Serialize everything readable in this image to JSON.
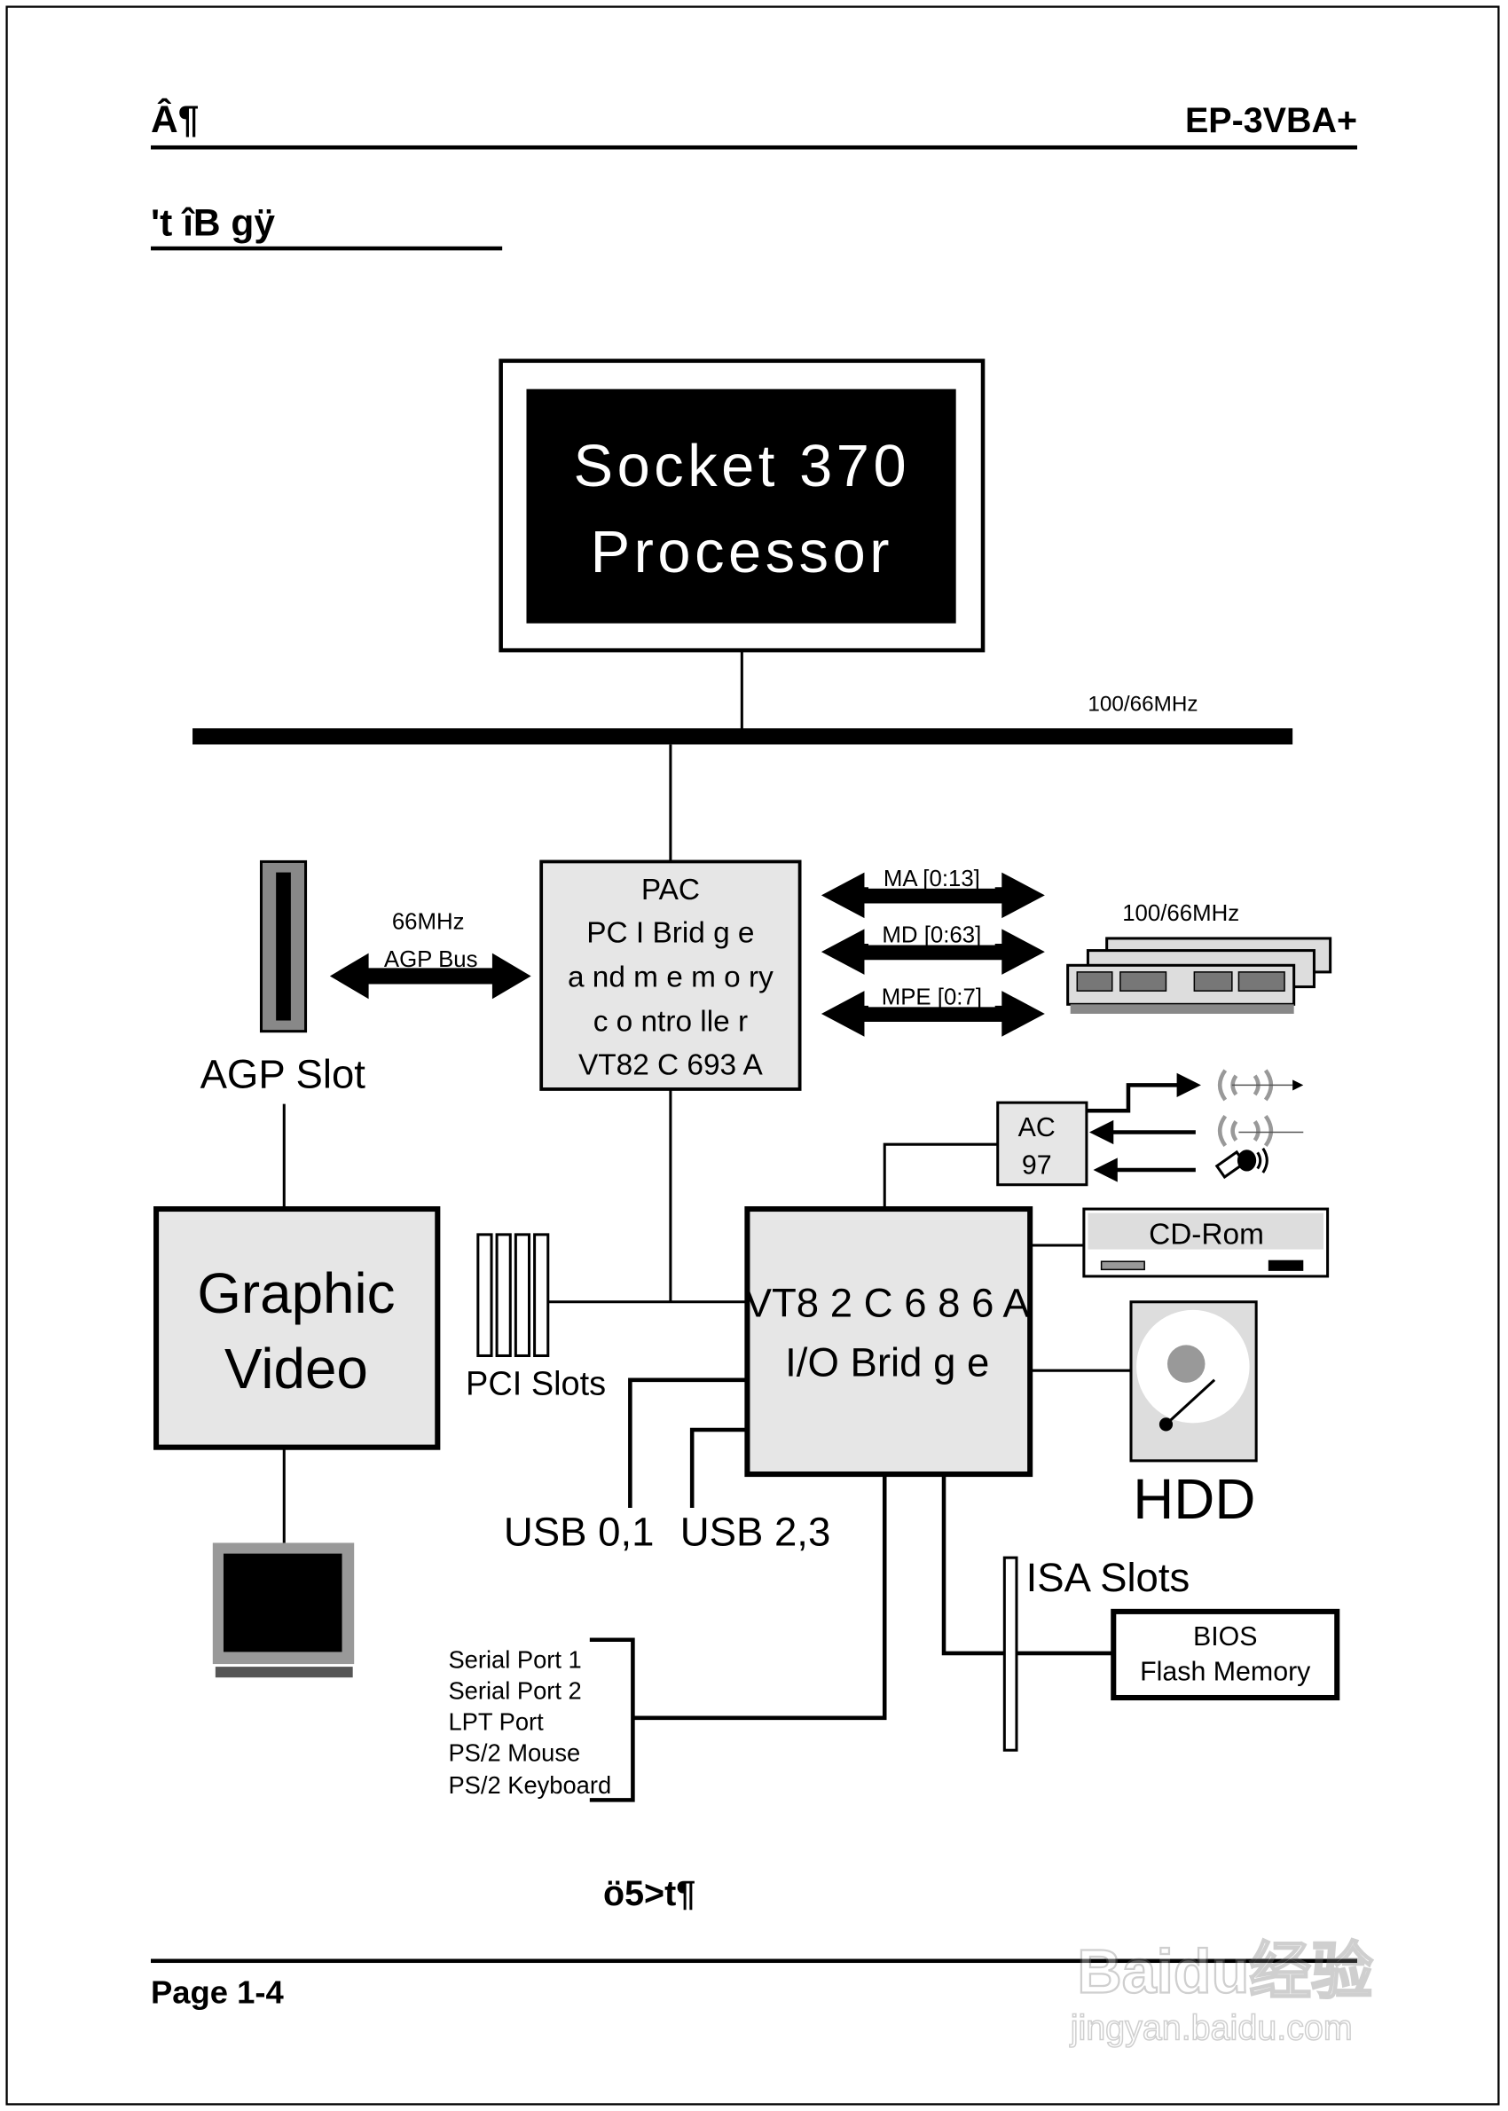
{
  "header": {
    "left_title": "Â¶",
    "right_title": "EP-3VBA+"
  },
  "section_title": "'t îB gÿ",
  "diagram": {
    "processor": [
      "Socket 370",
      "Processor"
    ],
    "fsb_label": "100/66MHz",
    "north_bridge": [
      "PAC",
      "PC I Brid g e",
      "a nd m e m o ry",
      "c o ntro lle r",
      "VT82 C 693 A"
    ],
    "agp_bus": {
      "freq": "66MHz",
      "label": "AGP Bus"
    },
    "agp_slot": "AGP Slot",
    "memory_buses": [
      "MA [0:13]",
      "MD [0:63]",
      "MPE [0:7]"
    ],
    "memory_label": "100/66MHz",
    "ac97": [
      "AC",
      "97"
    ],
    "cdrom": "CD-Rom",
    "graphic": [
      "Graphic",
      "Video"
    ],
    "pci_slots": "PCI Slots",
    "south_bridge": [
      "VT8 2 C 6 8 6 A",
      "I/O  Brid g e"
    ],
    "hdd": "HDD",
    "usb": [
      "USB 0,1",
      "USB 2,3"
    ],
    "isa_slots": "ISA Slots",
    "bios": [
      "BIOS",
      "Flash Memory"
    ],
    "io_ports": [
      "Serial Port 1",
      "Serial Port 2",
      "LPT Port",
      "PS/2 Mouse",
      "PS/2 Keyboard"
    ]
  },
  "caption": "ö5>t¶",
  "footer": {
    "page": "Page 1-4"
  },
  "watermark": {
    "brand": "Baidu经验",
    "url": "jingyan.baidu.com"
  }
}
